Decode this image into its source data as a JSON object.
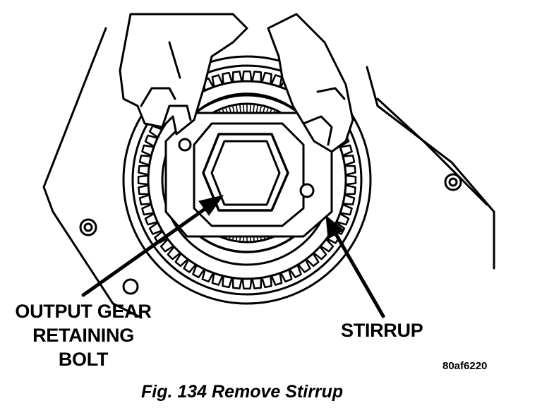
{
  "labels": {
    "output_gear_line1": "OUTPUT GEAR",
    "output_gear_line2": "RETAINING",
    "output_gear_line3": "BOLT",
    "stirrup": "STIRRUP",
    "figure_code": "80af6220"
  },
  "caption": "Fig. 134 Remove Stirrup",
  "colors": {
    "ink": "#000000",
    "paper": "#ffffff"
  }
}
